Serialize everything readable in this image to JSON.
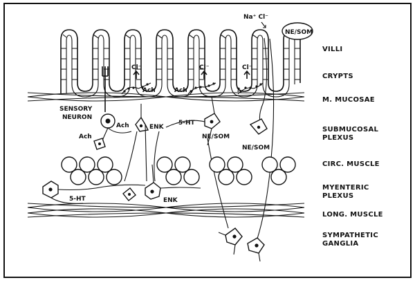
{
  "labels": {
    "ions_top": "Na⁺  Cl⁻",
    "ne_som_top": "NE/SOM",
    "cl_1": "Cl⁻",
    "cl_2": "Cl⁻",
    "cl_3": "Cl⁻",
    "ach_1": "Ach",
    "ach_2": "Ach",
    "ach_3": "Ach",
    "ach_4": "Ach",
    "question": "?",
    "sensory_neuron_line1": "SENSORY",
    "sensory_neuron_line2": "NEURON",
    "enk_1": "ENK",
    "enk_2": "ENK",
    "ht_1": "5-HT",
    "ht_2": "5-HT",
    "ne_som_1": "NE/SOM",
    "ne_som_2": "NE/SOM"
  },
  "layers": {
    "villi": "VILLI",
    "crypts": "CRYPTS",
    "mucosae": "M. MUCOSAE",
    "submucosal_1": "SUBMUCOSAL",
    "submucosal_2": "PLEXUS",
    "circ_muscle": "CIRC. MUSCLE",
    "myenteric_1": "MYENTERIC",
    "myenteric_2": "PLEXUS",
    "long_muscle": "LONG. MUSCLE",
    "sympathetic_1": "SYMPATHETIC",
    "sympathetic_2": "GANGLIA"
  }
}
